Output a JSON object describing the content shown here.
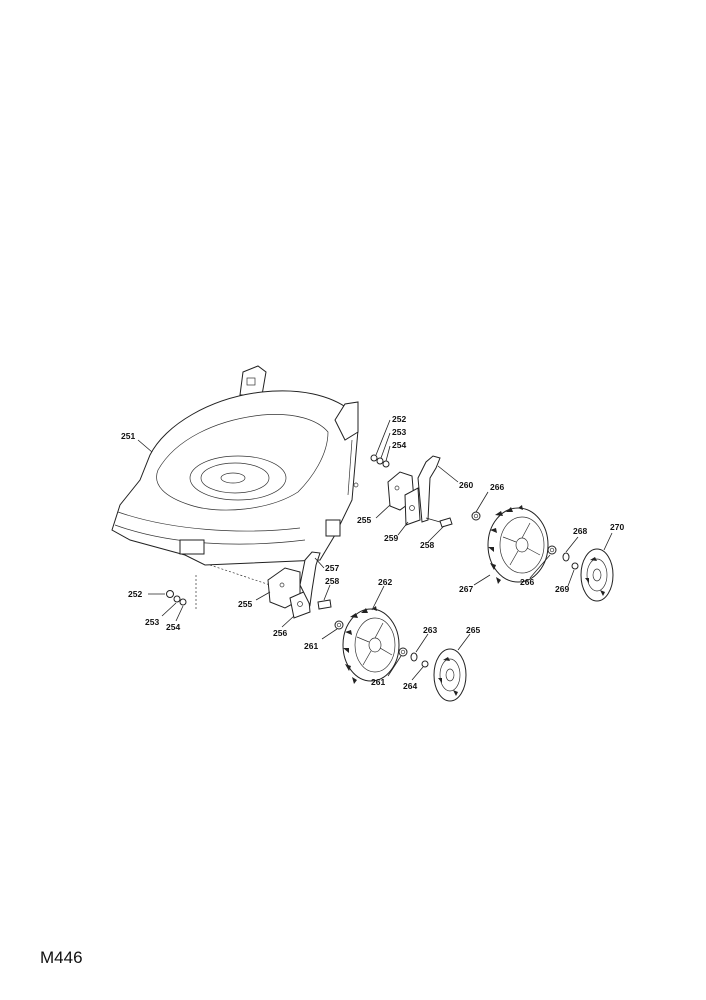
{
  "drawing_code": "M446",
  "callouts": {
    "c251": "251",
    "c252a": "252",
    "c253a": "253",
    "c254a": "254",
    "c252b": "252",
    "c253b": "253",
    "c254b": "254",
    "c255a": "255",
    "c255b": "255",
    "c256": "256",
    "c257": "257",
    "c258a": "258",
    "c258b": "258",
    "c259": "259",
    "c260": "260",
    "c261a": "261",
    "c261b": "261",
    "c262": "262",
    "c263": "263",
    "c264": "264",
    "c265": "265",
    "c266a": "266",
    "c266b": "266",
    "c267": "267",
    "c268": "268",
    "c269": "269",
    "c270": "270"
  }
}
